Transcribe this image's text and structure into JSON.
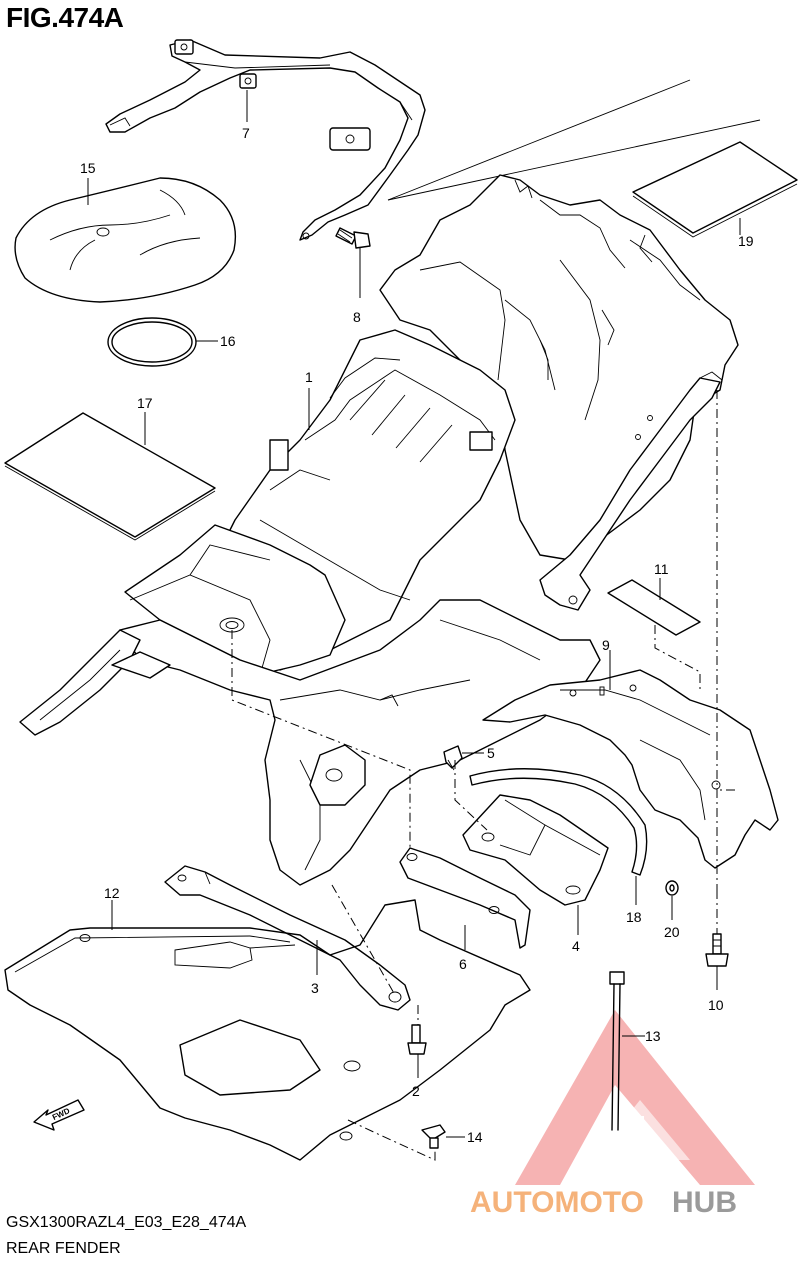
{
  "figure": {
    "title": "FIG.474A",
    "model_code": "GSX1300RAZL4_E03_E28_474A",
    "name": "REAR FENDER"
  },
  "callouts": [
    {
      "id": "c1",
      "label": "1"
    },
    {
      "id": "c2",
      "label": "2"
    },
    {
      "id": "c3",
      "label": "3"
    },
    {
      "id": "c4",
      "label": "4"
    },
    {
      "id": "c5",
      "label": "5"
    },
    {
      "id": "c6",
      "label": "6"
    },
    {
      "id": "c7",
      "label": "7"
    },
    {
      "id": "c8",
      "label": "8"
    },
    {
      "id": "c9",
      "label": "9"
    },
    {
      "id": "c10",
      "label": "10"
    },
    {
      "id": "c11",
      "label": "11"
    },
    {
      "id": "c12",
      "label": "12"
    },
    {
      "id": "c13",
      "label": "13"
    },
    {
      "id": "c14",
      "label": "14"
    },
    {
      "id": "c15",
      "label": "15"
    },
    {
      "id": "c16",
      "label": "16"
    },
    {
      "id": "c17",
      "label": "17"
    },
    {
      "id": "c18",
      "label": "18"
    },
    {
      "id": "c19",
      "label": "19"
    },
    {
      "id": "c20",
      "label": "20"
    }
  ],
  "direction_marker": {
    "label": "FWD"
  },
  "watermark": {
    "text_a": "AUTOMOTO",
    "text_b": "HUB",
    "color_a": "#f5b27a",
    "color_b": "#9a9a9a",
    "logo_color": "#f08a8a"
  }
}
